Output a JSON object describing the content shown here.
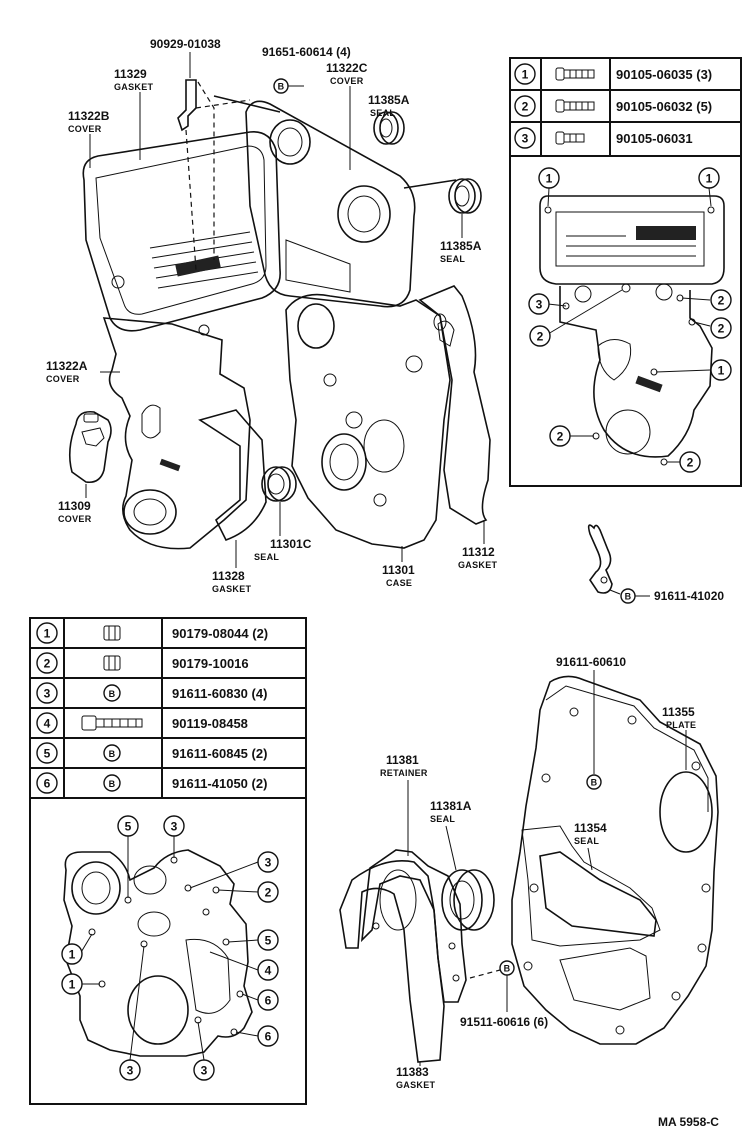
{
  "callouts": {
    "p90929": "90929-01038",
    "p91651": "91651-60614 (4)",
    "p11329": "11329",
    "p11329_sub": "GASKET",
    "p11322C": "11322C",
    "p11322C_sub": "COVER",
    "p11322B": "11322B",
    "p11322B_sub": "COVER",
    "p11385A_top": "11385A",
    "p11385A_top_sub": "SEAL",
    "p11385A_bot": "11385A",
    "p11385A_bot_sub": "SEAL",
    "p11322A": "11322A",
    "p11322A_sub": "COVER",
    "p11309": "11309",
    "p11309_sub": "COVER",
    "p11301C": "11301C",
    "p11301C_sub": "SEAL",
    "p11328": "11328",
    "p11328_sub": "GASKET",
    "p11301": "11301",
    "p11301_sub": "CASE",
    "p11312": "11312",
    "p11312_sub": "GASKET",
    "p91611_41020": "91611-41020",
    "p91611_60610": "91611-60610",
    "p11355": "11355",
    "p11355_sub": "PLATE",
    "p11381": "11381",
    "p11381_sub": "RETAINER",
    "p11381A": "11381A",
    "p11381A_sub": "SEAL",
    "p11354": "11354",
    "p11354_sub": "SEAL",
    "p11383": "11383",
    "p11383_sub": "GASKET",
    "p91511": "91511-60616 (6)",
    "bolt_mark": "B",
    "footer": "MA  5958-C"
  },
  "table_top": [
    {
      "key": "1",
      "part": "90105-06035 (3)"
    },
    {
      "key": "2",
      "part": "90105-06032 (5)"
    },
    {
      "key": "3",
      "part": "90105-06031"
    }
  ],
  "table_bottom": [
    {
      "key": "1",
      "part": "90179-08044 (2)",
      "icon": "nut-icon"
    },
    {
      "key": "2",
      "part": "90179-10016",
      "icon": "nut-icon"
    },
    {
      "key": "3",
      "part": "91611-60830 (4)",
      "icon": "bolt-b-icon",
      "mark": "B"
    },
    {
      "key": "4",
      "part": "90119-08458",
      "icon": "long-bolt-icon"
    },
    {
      "key": "5",
      "part": "91611-60845 (2)",
      "icon": "bolt-b-icon",
      "mark": "B"
    },
    {
      "key": "6",
      "part": "91611-41050 (2)",
      "icon": "bolt-b-icon",
      "mark": "B"
    }
  ],
  "inset_top_markers": [
    "1",
    "1",
    "3",
    "2",
    "2",
    "2",
    "1",
    "2",
    "2"
  ],
  "inset_bottom_markers": [
    "5",
    "3",
    "3",
    "2",
    "1",
    "1",
    "5",
    "4",
    "6",
    "6",
    "3",
    "3"
  ]
}
